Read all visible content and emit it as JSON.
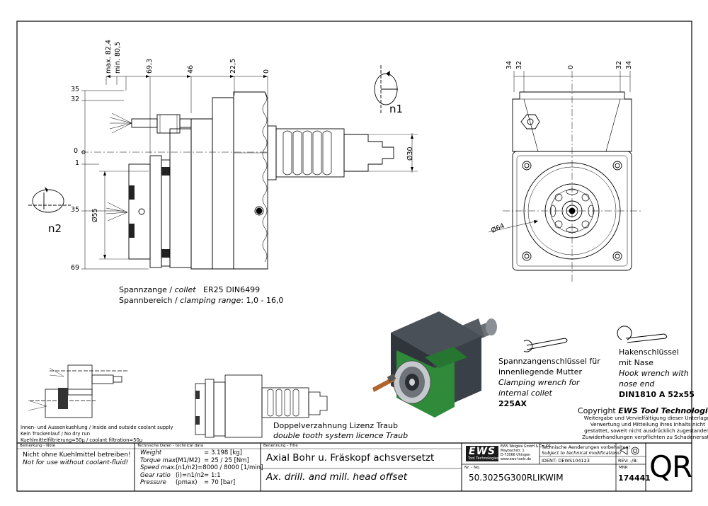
{
  "dims_top": [
    "max. 82,4",
    "min. 80,5",
    "69,3",
    "46",
    "22,5",
    "0"
  ],
  "dims_left": [
    "35",
    "32",
    "0",
    "1",
    "35",
    "69"
  ],
  "dim_dia30": "Ø30",
  "dim_dia55": "Ø55",
  "dim_dia64": "Ø64",
  "dims_right_top": [
    "34",
    "32",
    "0",
    "32",
    "34"
  ],
  "rot_n1": "n1",
  "rot_n2": "n2",
  "collet": {
    "l1_de": "Spannzange /",
    "l1_en": "collet",
    "l1_spec": "ER25    DIN6499",
    "l2_de": "Spannbereich /",
    "l2_en": "clamping range",
    "l2_val": ": 1,0  -  16,0"
  },
  "wrench1": {
    "de1": "Spannzangenschlüssel für",
    "de2": "innenliegende Mutter",
    "en1": "Clamping wrench for",
    "en2": "internal collet",
    "code": "225AX"
  },
  "wrench2": {
    "de1": "Hakenschlüssel",
    "de2": "mit Nase",
    "en1": "Hook wrench with",
    "en2": "nose end",
    "code": "DIN1810  A  52x55"
  },
  "copyright": {
    "title_pre": "Copyright",
    "title_brand": "EWS Tool Technologies",
    "l1": "Weitergabe und Vervielfältigung dieser Unterlage,",
    "l2": "Verwertung und Mitteilung ihres Inhalts nicht",
    "l3": "gestattet, soweit nicht ausdrücklich zugestanden.",
    "l4": "Zuwiderhandlungen verpflichten zu Schadenersatz."
  },
  "coolant": {
    "l1": "Innen- und Aussenkuehlung / Inside and outside coolant supply",
    "l2": "Kein Trockenlauf / No dry run",
    "l3": "Kuehlmittelfiltrierung=50μ / coolant filtration=50μ"
  },
  "double_tooth": {
    "de": "Doppelverzahnung Lizenz Traub",
    "en": "double tooth system licence Traub"
  },
  "title_block": {
    "note_hdr": "Bemerkung - Note",
    "note_de": "Nicht ohne Kuehlmittel betreiben!",
    "note_en": "Not for use without coolant-fluid!",
    "tech_hdr": "Technische Daten - technical data",
    "tech": [
      {
        "k": "Weight",
        "p": "",
        "v": "3.198 [kg]"
      },
      {
        "k": "Torque max.",
        "p": "(M1/M2)",
        "v": "25 / 25 [Nm]"
      },
      {
        "k": "Speed max.",
        "p": "(n1/n2)",
        "v": "8000 / 8000 [1/min]"
      },
      {
        "k": "Gear ratio",
        "p": "(i)=n1/n2",
        "v": "1:1"
      },
      {
        "k": "Pressure",
        "p": "(pmax)",
        "v": "70 [bar]"
      }
    ],
    "title_hdr": "Benennung - Title",
    "title_de": "Axial Bohr u. Fräskopf achsversetzt",
    "title_en": "Ax. drill. and mill. head offset",
    "logo": "EWS",
    "logo_sub": "Tool Technologies",
    "company": [
      "EWS Weigele GmbH & Co. KG",
      "Maybachstr. 1",
      "D-73066 Uhingen",
      "www.ews-tools.de"
    ],
    "changes_de": "Technische Aenderungen vorbehalten!",
    "changes_en": "Subject to technical modifications!",
    "ident": "IDENT:  DEWS104123",
    "rev": "REV:  -/B:",
    "nr_hdr": "Nr. - No.",
    "part_no": "50.3025G300RLIKWIM",
    "mnr_hdr": "MNR",
    "mnr": "174441",
    "qr": "QR"
  },
  "colors": {
    "housing_green": "#2f8a3a",
    "housing_dark": "#33393f",
    "spindle": "#6b7076",
    "pin": "#b0672d"
  }
}
